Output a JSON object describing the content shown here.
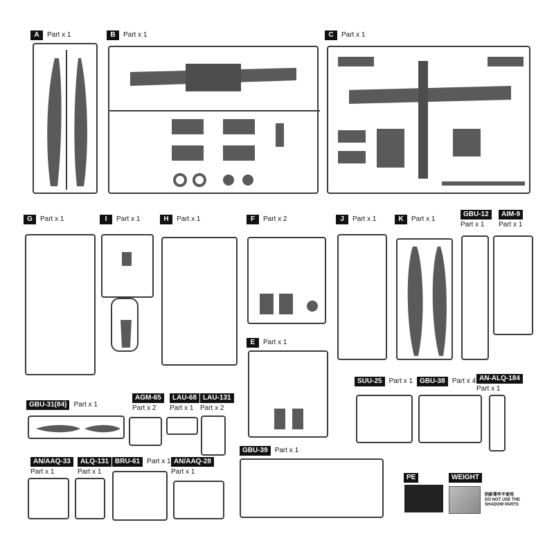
{
  "sprues": [
    {
      "id": "A",
      "label": "A",
      "count": "Part x 1"
    },
    {
      "id": "B",
      "label": "B",
      "count": "Part x 1"
    },
    {
      "id": "C",
      "label": "C",
      "count": "Part x 1"
    },
    {
      "id": "G",
      "label": "G",
      "count": "Part x 1"
    },
    {
      "id": "I",
      "label": "I",
      "count": "Part x 1"
    },
    {
      "id": "H",
      "label": "H",
      "count": "Part x 1"
    },
    {
      "id": "F",
      "label": "F",
      "count": "Part x 2"
    },
    {
      "id": "J",
      "label": "J",
      "count": "Part x 1"
    },
    {
      "id": "K",
      "label": "K",
      "count": "Part x 1"
    },
    {
      "id": "GBU12",
      "label": "GBU-12",
      "count": "Part x 1"
    },
    {
      "id": "AIM9",
      "label": "AIM-9",
      "count": "Part x 1"
    },
    {
      "id": "E",
      "label": "E",
      "count": "Part x 1"
    },
    {
      "id": "SUU25",
      "label": "SUU-25",
      "count": "Part x 1"
    },
    {
      "id": "GBU38",
      "label": "GBU-38",
      "count": "Part x 4"
    },
    {
      "id": "ANALQ184",
      "label": "AN-ALQ-184",
      "count": "Part x 1"
    },
    {
      "id": "GBU31",
      "label": "GBU-31(84)",
      "count": "Part x 1"
    },
    {
      "id": "AGM65",
      "label": "AGM-65",
      "count": "Part x 2"
    },
    {
      "id": "LAU68",
      "label": "LAU-68",
      "count": "Part x 1"
    },
    {
      "id": "LAU131",
      "label": "LAU-131",
      "count": "Part x 2"
    },
    {
      "id": "ANAAQ33",
      "label": "AN/AAQ-33",
      "count": "Part x 1"
    },
    {
      "id": "ALQ131",
      "label": "ALQ-131",
      "count": "Part x 1"
    },
    {
      "id": "BRU61",
      "label": "BRU-61",
      "count": "Part x 1"
    },
    {
      "id": "ANAAQ28",
      "label": "AN/AAQ-28",
      "count": "Part x 1"
    },
    {
      "id": "GBU39",
      "label": "GBU-39",
      "count": "Part x 1"
    }
  ],
  "extras": {
    "pe_label": "PE",
    "weight_label": "WEIGHT",
    "note_cn": "阴影零件不使用",
    "note_en1": "DO NOT USE THE",
    "note_en2": "SHADOW PARTS"
  },
  "colors": {
    "sprue": "#3a3a3a",
    "part": "#5a5a5a",
    "label_bg": "#111111"
  }
}
